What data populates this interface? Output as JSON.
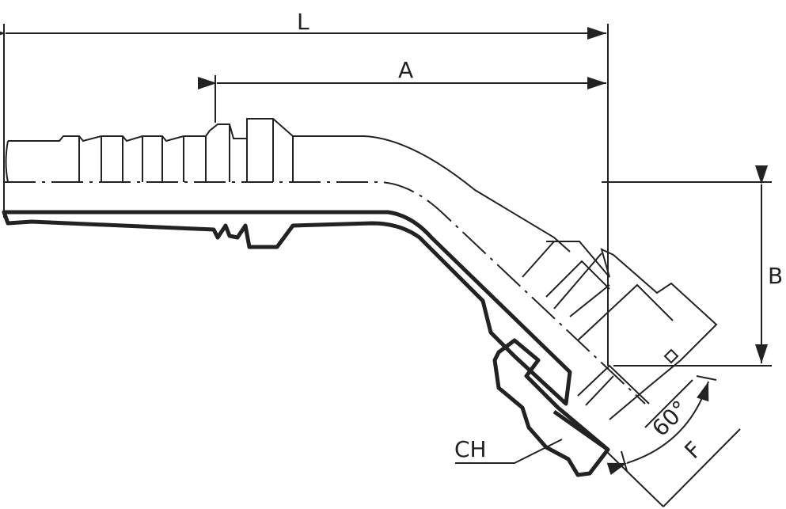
{
  "labels": {
    "L": "L",
    "A": "A",
    "B": "B",
    "CH": "CH",
    "angle": "60°",
    "F": "F"
  }
}
